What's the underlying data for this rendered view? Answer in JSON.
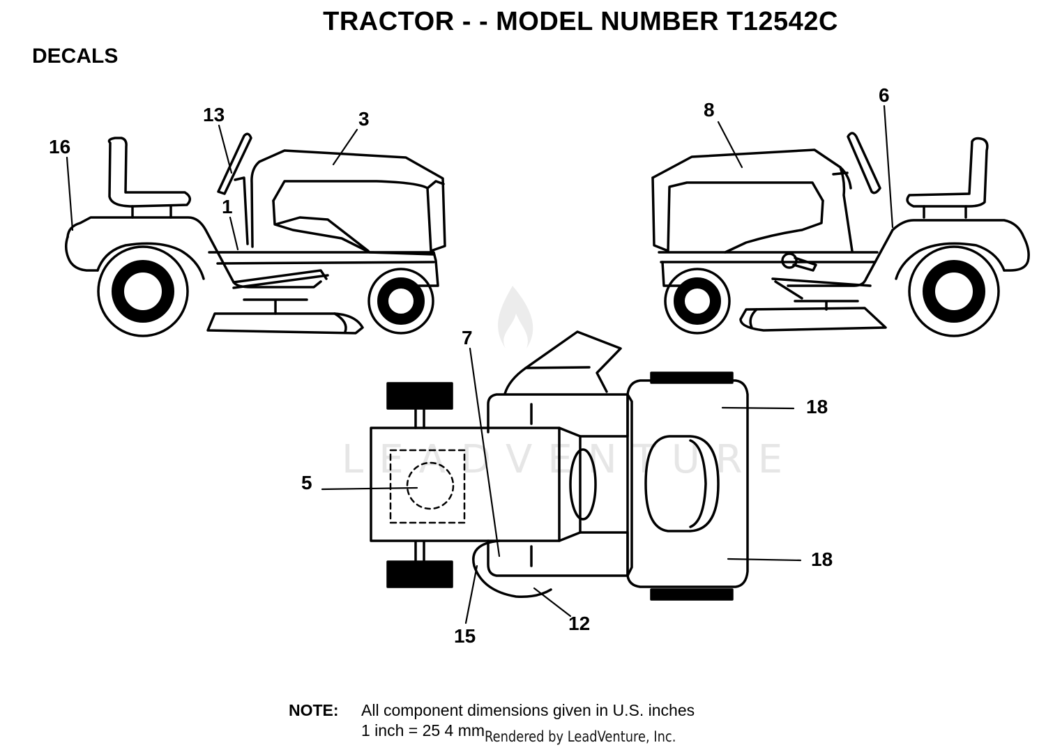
{
  "title": "TRACTOR - - MODEL NUMBER T12542C",
  "section": "DECALS",
  "callouts": {
    "c16": "16",
    "c13": "13",
    "c3": "3",
    "c1": "1",
    "c8": "8",
    "c6": "6",
    "c7": "7",
    "c5": "5",
    "c18a": "18",
    "c18b": "18",
    "c12": "12",
    "c15": "15"
  },
  "note": {
    "label": "NOTE:",
    "line1": "All component dimensions given in U.S. inches",
    "line2": "1 inch = 25 4 mm",
    "rendered_by": "Rendered by LeadVenture, Inc."
  },
  "watermark": "LEADVENTURE"
}
